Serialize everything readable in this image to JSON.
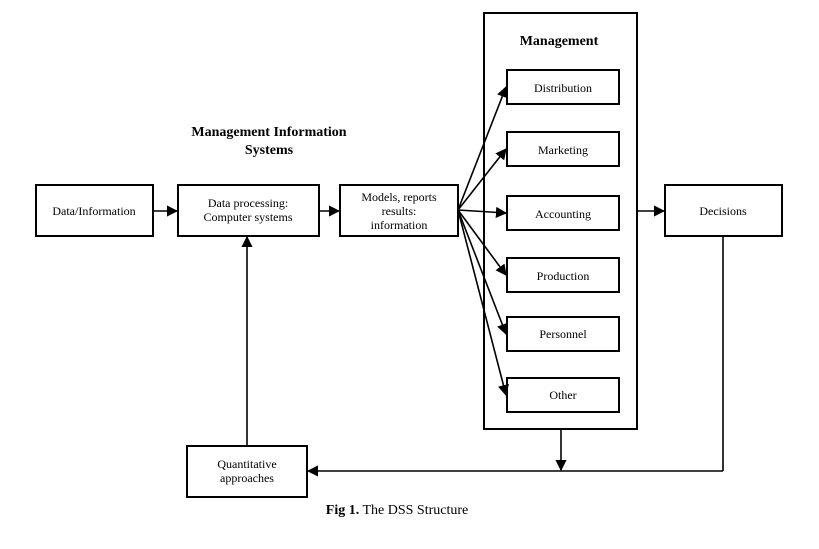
{
  "title": {
    "line1": "Management Information",
    "line2": "Systems"
  },
  "management": {
    "heading": "Management",
    "items": [
      "Distribution",
      "Marketing",
      "Accounting",
      "Production",
      "Personnel",
      "Other"
    ]
  },
  "nodes": {
    "data_information": "Data/Information",
    "data_processing": [
      "Data processing:",
      "Computer systems"
    ],
    "models_reports": [
      "Models, reports",
      "results:",
      "information"
    ],
    "decisions": "Decisions",
    "quantitative": [
      "Quantitative",
      "approaches"
    ]
  },
  "caption": {
    "prefix": "Fig 1.",
    "text": " The DSS Structure"
  },
  "colors": {
    "stroke": "#000000",
    "background": "#ffffff"
  }
}
